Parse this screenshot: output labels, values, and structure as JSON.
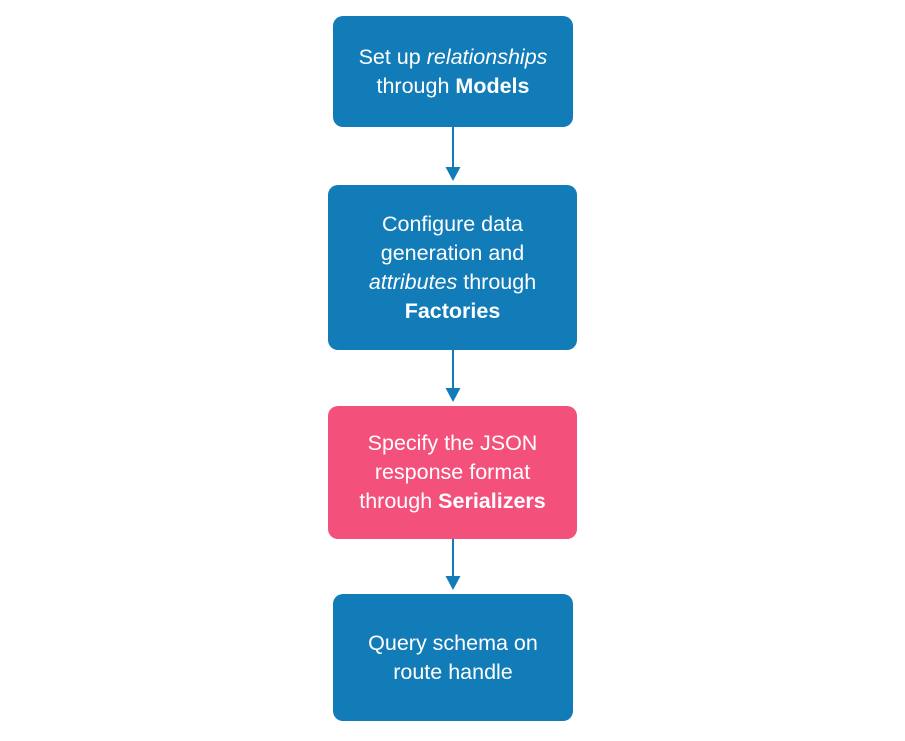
{
  "colors": {
    "blue": "#127cb8",
    "pink": "#f4507c",
    "arrow": "#127cb8",
    "text": "#ffffff",
    "background": "#ffffff"
  },
  "diagram": {
    "type": "flowchart",
    "direction": "top-down",
    "nodes": [
      {
        "id": "models",
        "color": "blue",
        "label": "Set up relationships through Models",
        "lines": [
          [
            {
              "text": "Set up "
            },
            {
              "text": "relationships",
              "italic": true
            }
          ],
          [
            {
              "text": "through "
            },
            {
              "text": "Models",
              "bold": true
            }
          ]
        ]
      },
      {
        "id": "factories",
        "color": "blue",
        "label": "Configure data generation and attributes through Factories",
        "lines": [
          [
            {
              "text": "Configure data"
            }
          ],
          [
            {
              "text": "generation and"
            }
          ],
          [
            {
              "text": "attributes",
              "italic": true
            },
            {
              "text": " through"
            }
          ],
          [
            {
              "text": "Factories",
              "bold": true
            }
          ]
        ]
      },
      {
        "id": "serializers",
        "color": "pink",
        "label": "Specify the JSON response format through Serializers",
        "lines": [
          [
            {
              "text": "Specify the JSON"
            }
          ],
          [
            {
              "text": "response format"
            }
          ],
          [
            {
              "text": "through "
            },
            {
              "text": "Serializers",
              "bold": true
            }
          ]
        ]
      },
      {
        "id": "route-handler",
        "color": "blue",
        "label": "Query schema on route handle",
        "lines": [
          [
            {
              "text": "Query schema on"
            }
          ],
          [
            {
              "text": "route handle"
            }
          ]
        ]
      }
    ],
    "edges": [
      {
        "from": "models",
        "to": "factories"
      },
      {
        "from": "factories",
        "to": "serializers"
      },
      {
        "from": "serializers",
        "to": "route-handler"
      }
    ]
  }
}
